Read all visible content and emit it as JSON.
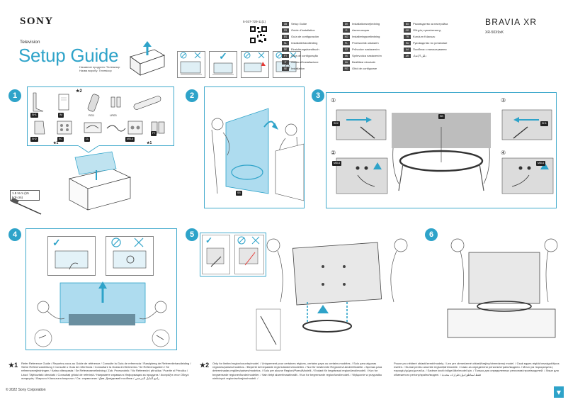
{
  "header": {
    "brand": "SONY",
    "category": "Television",
    "title": "Setup Guide",
    "subtitles": [
      "Назавние продукта: Телевизор",
      "Назва виробу: Телевізор"
    ],
    "doc_number": "5-037-729-11(1)",
    "product_line": "BRAVIA XR",
    "model": "XR-50X9xK"
  },
  "languages": {
    "col1": [
      {
        "code": "GB",
        "name": "Setup Guide"
      },
      {
        "code": "FR",
        "name": "Guide d'installation"
      },
      {
        "code": "ES",
        "name": "Guía de configuración"
      },
      {
        "code": "NL",
        "name": "Installatiehandleiding"
      },
      {
        "code": "DE",
        "name": "Einrichtungshandbuch"
      },
      {
        "code": "PT",
        "name": "Guia de configuração"
      },
      {
        "code": "IT",
        "name": "Guida all'installazione"
      },
      {
        "code": "SE",
        "name": "Installation"
      }
    ],
    "col2": [
      {
        "code": "DK",
        "name": "Installationsvejledning"
      },
      {
        "code": "FI",
        "name": "Asennusopas"
      },
      {
        "code": "NO",
        "name": "Installeringsveiledning"
      },
      {
        "code": "PL",
        "name": "Przewodnik ustawień"
      },
      {
        "code": "CZ",
        "name": "Průvodce nastavením"
      },
      {
        "code": "SK",
        "name": "Sprievodca nastavením"
      },
      {
        "code": "HU",
        "name": "Beállítási útmutató"
      },
      {
        "code": "RO",
        "name": "Ghid de configurare"
      }
    ],
    "col3": [
      {
        "code": "BG",
        "name": "Ръководство за настройка"
      },
      {
        "code": "GR",
        "name": "Οδηγός εγκατάστασης"
      },
      {
        "code": "TR",
        "name": "Kurulum Kılavuzu"
      },
      {
        "code": "RU",
        "name": "Руководство по установке"
      },
      {
        "code": "UA",
        "name": "Посібник з налаштування"
      },
      {
        "code": "AR",
        "name": "دليل الإعداد"
      }
    ]
  },
  "steps": [
    "1",
    "2",
    "3",
    "4",
    "5",
    "6"
  ],
  "step1": {
    "star_note": "★2",
    "parts_top": [
      "SH1",
      "IM",
      "RG1",
      "LR03"
    ],
    "parts_bottom": [
      "SH2",
      "SC",
      "CL",
      "MSL6",
      "FT"
    ],
    "star_left": "★1",
    "star_right": "★1",
    "tool_label": "1.5 N·m (15 kgf·cm)"
  },
  "step2": {
    "label": "SB"
  },
  "step3": {
    "labels": [
      "SB",
      "SH2",
      "SH1",
      "MSL6",
      "MSL6"
    ],
    "circle_labels": [
      "①",
      "②",
      "③",
      "④"
    ]
  },
  "footnotes": {
    "mark1": "★1",
    "text1": "Refer Reference Guide / Reportez-vous au Guide de référence / Consulte la Guía de referencia / Raadpleeg de Referentiehandleiding / Siehe Referenzanleitung / Consulte o Guia de referência / Consultare la Guida di riferimento / Se Referensguiden / Se referencevejledningen / Katso viiteopasta / Se Referanseveiledning / Zob. Przewodnik / Viz Referenční příručka / Pozrite si Príručku / Lásd: Tájékoztató útmutató / Consultați ghidul de referință / Направете справка в Информация за продукта / Ανατρέξτε στον Οδηγό αναφοράς / Başvuru Kılavuzuna başvurun / См. справочник / Див. Довідковий посібник / راجع الدليل المرجعي",
    "mark2": "★2",
    "text2": "Only for limited region/country/model. / Uniquement pour certaines régions, certains pays ou certains modèles. / Solo para algunas regiones/países/modelos. / Beperkt tot bepaalde regio's/landen/modellen. / Nur für bestimmte Regionen/Länder/Modelle. / Apenas para determinadas regiões/países/modelos. / Solo per alcune Regioni/Paesi/Modelli. / Endast för begränsad region/land/modell. / Kun for begrænsede regioner/lande/modeller. / Vain tietyt alueet/maat/mallit. / Kun for begrensede region/land/modell. / Wyłącznie w przypadku niektórych regionów/krajów/modeli. /",
    "text3": "Pouze pro některé oblasti/země/modely. / Len pre obmedzené oblasti/krajiny/obmedzený model. / Csak egyes régiók/országok/típus esetén. / Numai pentru anumite regiuni/țări/modele. / Само за определени региони/страни/модели. / Μόνο για περιορισμένες περιοχές/χώρες/μοντέλα. / Sadece kısıtlı bölge/ülke/model için. / Только для определенных регионов/стран/моделей. / Лише для обмеженого регіону/країни/моделі. / فقط لمناطق/دول/طرازات محددة"
  },
  "copyright": "© 2022 Sony Corporation",
  "colors": {
    "accent": "#2ea3c9",
    "panel_border": "#3fa9cc"
  }
}
